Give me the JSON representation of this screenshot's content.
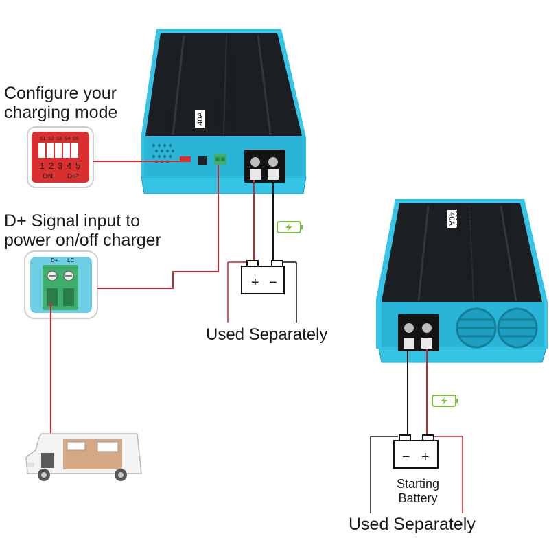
{
  "callouts": {
    "configure_line1": "Configure your",
    "configure_line2": "charging mode",
    "dplus_line1": "D+ Signal input to",
    "dplus_line2": "power on/off charger"
  },
  "dip_switch": {
    "top_labels": [
      "S1",
      "S2",
      "S3",
      "S4",
      "S5"
    ],
    "numbers": [
      "1",
      "2",
      "3",
      "4",
      "5"
    ],
    "on_label": "ONI",
    "dip_label": "DIP"
  },
  "terminal_block": {
    "labels": [
      "D+",
      "LC"
    ]
  },
  "charger_front": {
    "brand": "RENOGY",
    "rating": "40A",
    "line1": "DC-DC",
    "line2": "BATTERY CHARGER"
  },
  "charger_back": {
    "brand": "RENOGY",
    "rating": "40A",
    "line1": "DC-DC",
    "line2": "BATTERY CHARGER"
  },
  "battery_top": {
    "plus": "+",
    "minus": "−",
    "caption": "Used Separately"
  },
  "battery_bottom": {
    "minus": "−",
    "plus": "+",
    "name_line1": "Starting",
    "name_line2": "Battery",
    "caption": "Used Separately"
  },
  "colors": {
    "accent_blue": "#35c4e6",
    "housing_black": "#1c1f22",
    "wire_red": "#d2232a",
    "wire_black": "#111111",
    "dip_red": "#d9302f",
    "terminal_green": "#3fae6b",
    "charge_green": "#7ac143"
  },
  "icons": [
    "charge-icon",
    "rv-icon",
    "battery-icon"
  ]
}
